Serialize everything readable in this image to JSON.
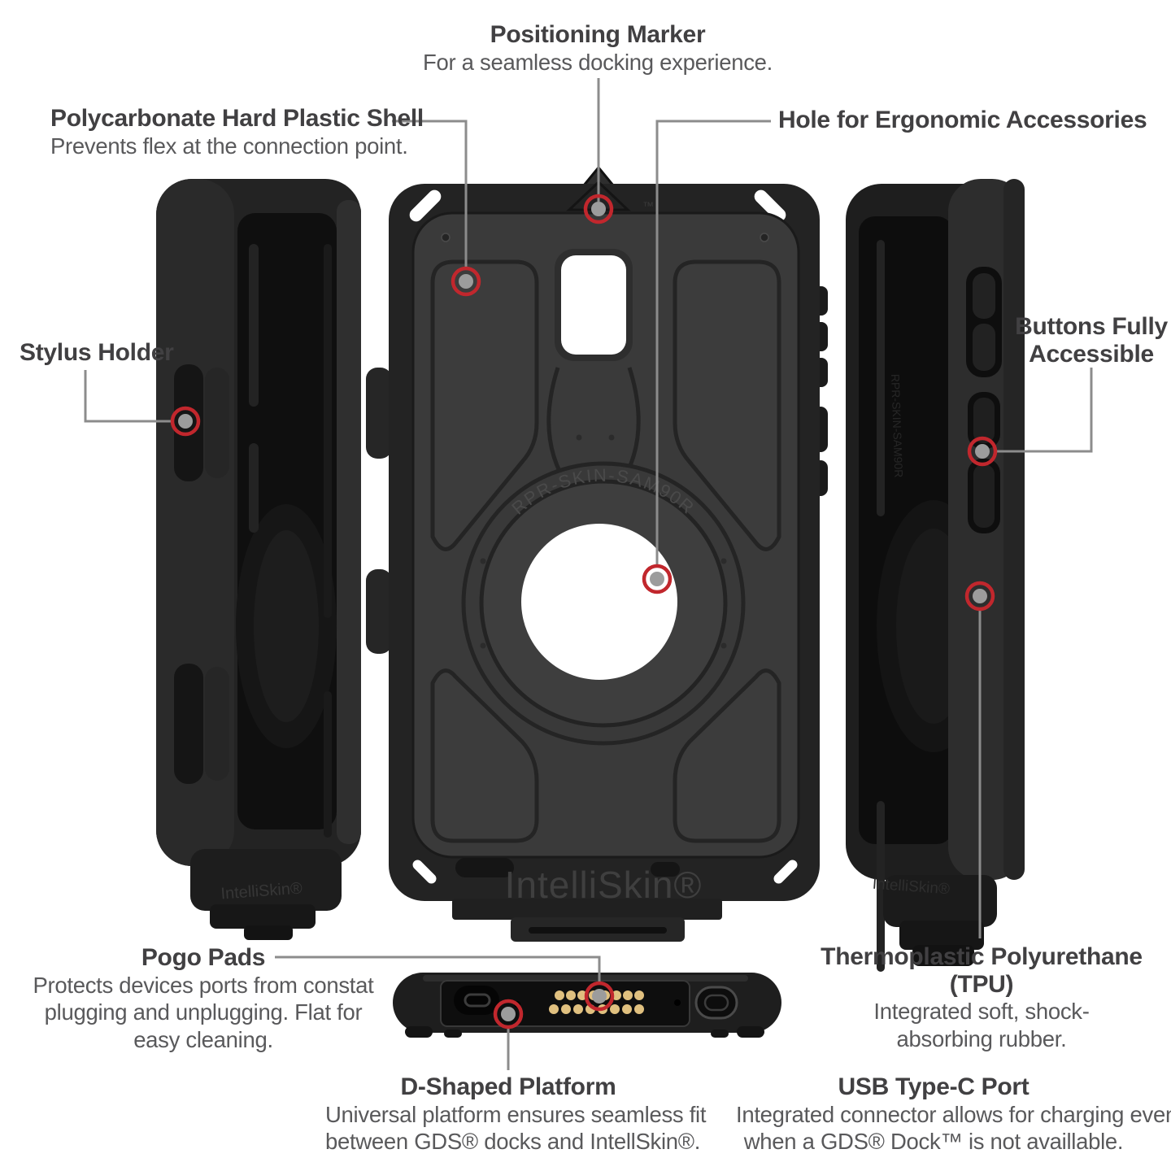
{
  "callouts": {
    "positioning_marker": {
      "title": "Positioning Marker",
      "body_lines": [
        "For a seamless docking experience."
      ]
    },
    "polycarbonate_shell": {
      "title": "Polycarbonate Hard Plastic Shell",
      "body_lines": [
        "Prevents flex at the connection point."
      ]
    },
    "ergonomic_hole": {
      "title": "Hole for Ergonomic Accessories"
    },
    "stylus_holder": {
      "title": "Stylus Holder"
    },
    "buttons_accessible": {
      "title_lines": [
        "Buttons Fully",
        "Accessible"
      ]
    },
    "pogo_pads": {
      "title": "Pogo Pads",
      "body_lines": [
        "Protects devices ports from constat",
        "plugging and unplugging. Flat for",
        "easy cleaning."
      ]
    },
    "tpu": {
      "title": "Thermoplastic Polyurethane (TPU)",
      "body_lines": [
        "Integrated soft, shock-",
        "absorbing rubber."
      ]
    },
    "d_shaped_platform": {
      "title": "D-Shaped Platform",
      "body_lines": [
        "Universal platform ensures seamless fit",
        "between GDS® docks and IntellSkin®."
      ]
    },
    "usb_type_c": {
      "title": "USB Type-C Port",
      "body_lines": [
        "Integrated connector allows for charging even",
        "when a GDS® Dock™ is not availlable."
      ]
    }
  },
  "engravings": {
    "brand": "IntelliSkin®",
    "model": "RPR-SKIN-SAM90R",
    "trademark": "™"
  },
  "colors": {
    "background": "#ffffff",
    "marker_ring_red": "#c1272d",
    "marker_dot_gray": "#9c9c9c",
    "leader_line_gray": "#8c8c8c",
    "title_text": "#414042",
    "body_text": "#59595b",
    "case_shell_dark": "#232323",
    "case_panel_gray": "#3a3a3a",
    "pogo_pad_gold": "#e0c07f"
  }
}
